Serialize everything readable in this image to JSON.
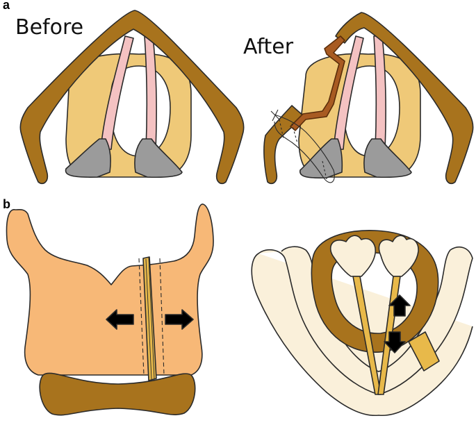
{
  "panels": {
    "a": {
      "label": "a",
      "before_caption": "Before",
      "after_caption": "After"
    },
    "b": {
      "label": "b"
    }
  },
  "colors": {
    "brown": "#a8731d",
    "tan": "#efc978",
    "pink": "#f4c2c2",
    "gray": "#9b9b9b",
    "salmon": "#f7b877",
    "cream": "#faf0da",
    "dark_brown": "#7a4a12",
    "rust": "#a85b22",
    "stent": "#e8b94a",
    "arrow": "#000000",
    "outline": "#2a2a2a"
  }
}
